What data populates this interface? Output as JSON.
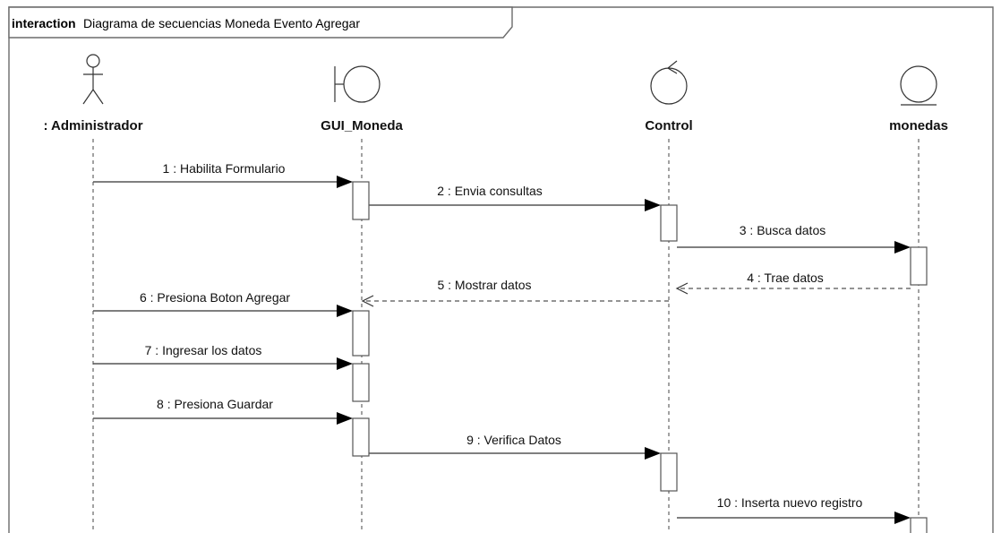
{
  "frame": {
    "keyword": "interaction",
    "name": "Diagrama de secuencias Moneda Evento Agregar"
  },
  "lifelines": [
    {
      "id": "administrador",
      "label": ": Administrador",
      "icon": "actor-icon"
    },
    {
      "id": "gui",
      "label": "GUI_Moneda",
      "icon": "boundary-icon"
    },
    {
      "id": "control",
      "label": "Control",
      "icon": "control-icon"
    },
    {
      "id": "monedas",
      "label": "monedas",
      "icon": "entity-icon"
    }
  ],
  "messages": [
    {
      "label": "1 : Habilita Formulario",
      "from": "administrador",
      "to": "gui",
      "type": "sync"
    },
    {
      "label": "2 : Envia consultas",
      "from": "gui",
      "to": "control",
      "type": "sync"
    },
    {
      "label": "3 : Busca datos",
      "from": "control",
      "to": "monedas",
      "type": "sync"
    },
    {
      "label": "4 : Trae datos",
      "from": "monedas",
      "to": "control",
      "type": "return"
    },
    {
      "label": "5 : Mostrar datos",
      "from": "control",
      "to": "gui",
      "type": "return"
    },
    {
      "label": "6 : Presiona Boton Agregar",
      "from": "administrador",
      "to": "gui",
      "type": "sync"
    },
    {
      "label": "7 : Ingresar los datos",
      "from": "administrador",
      "to": "gui",
      "type": "sync"
    },
    {
      "label": "8 : Presiona Guardar",
      "from": "administrador",
      "to": "gui",
      "type": "sync"
    },
    {
      "label": "9 : Verifica Datos",
      "from": "gui",
      "to": "control",
      "type": "sync"
    },
    {
      "label": "10 : Inserta nuevo registro",
      "from": "control",
      "to": "monedas",
      "type": "sync"
    }
  ]
}
